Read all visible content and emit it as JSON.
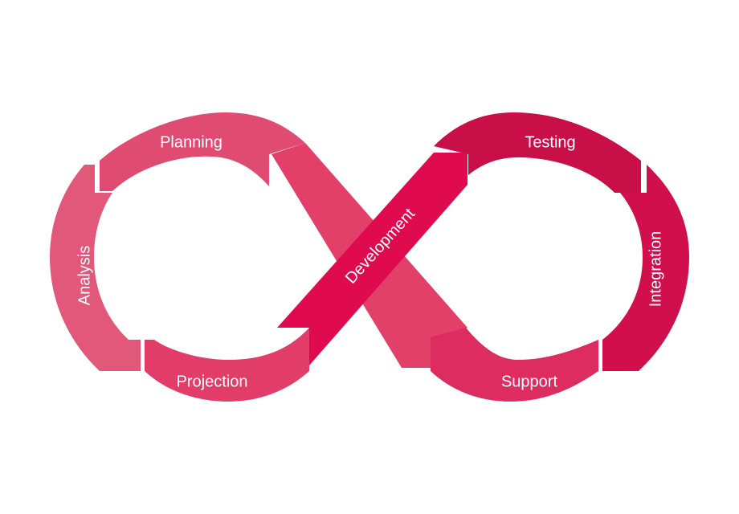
{
  "diagram": {
    "stages": {
      "planning": "Planning",
      "analysis": "Analysis",
      "projection": "Projection",
      "development": "Development",
      "testing": "Testing",
      "integration": "Integration",
      "support": "Support"
    },
    "colors": {
      "left_light": "#E2587A",
      "left_mid": "#E04B72",
      "left_bottom": "#E23C68",
      "cross_light": "#E23F69",
      "development": "#E00A4E",
      "right_dark": "#C90F48",
      "right_mid": "#D10F4C",
      "right_bottom": "#DD2C60",
      "background": "#FFFFFF"
    }
  }
}
